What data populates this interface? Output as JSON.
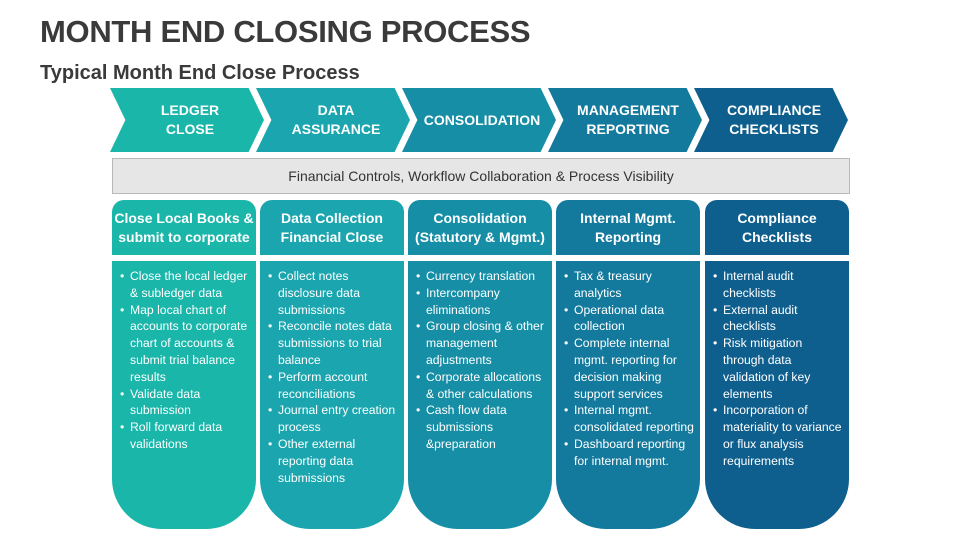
{
  "title": "MONTH END CLOSING PROCESS",
  "subtitle": "Typical Month End Close Process",
  "banner": "Financial Controls, Workflow Collaboration & Process Visibility",
  "stages": [
    {
      "chevron": "LEDGER\nCLOSE",
      "color": "#1ab6aa",
      "heading": "Close Local Books &\nsubmit to corporate",
      "items": [
        "Close the local ledger & subledger data",
        "Map local chart of accounts to corporate chart of accounts & submit trial balance results",
        "Validate data submission",
        "Roll forward data validations"
      ]
    },
    {
      "chevron": "DATA\nASSURANCE",
      "color": "#1ba6af",
      "heading": "Data Collection\nFinancial Close",
      "items": [
        "Collect notes disclosure data submissions",
        "Reconcile notes data submissions to trial balance",
        "Perform account reconciliations",
        "Journal entry creation process",
        "Other external reporting data submissions"
      ]
    },
    {
      "chevron": "CONSOLIDATION",
      "color": "#168ea6",
      "heading": "Consolidation\n(Statutory & Mgmt.)",
      "items": [
        "Currency translation",
        "Intercompany eliminations",
        "Group closing & other management adjustments",
        "Corporate allocations & other calculations",
        "Cash flow data submissions &preparation"
      ]
    },
    {
      "chevron": "MANAGEMENT\nREPORTING",
      "color": "#137a9e",
      "heading": "Internal Mgmt.\nReporting",
      "items": [
        "Tax & treasury analytics",
        "Operational data collection",
        "Complete internal mgmt. reporting for decision making support services",
        "Internal mgmt. consolidated reporting",
        "Dashboard reporting for internal mgmt."
      ]
    },
    {
      "chevron": "COMPLIANCE\nCHECKLISTS",
      "color": "#0f5f8e",
      "heading": "Compliance\nChecklists",
      "items": [
        "Internal audit checklists",
        "External audit checklists",
        "Risk mitigation through data validation of key elements",
        "Incorporation of materiality to variance or flux analysis requirements"
      ]
    }
  ]
}
